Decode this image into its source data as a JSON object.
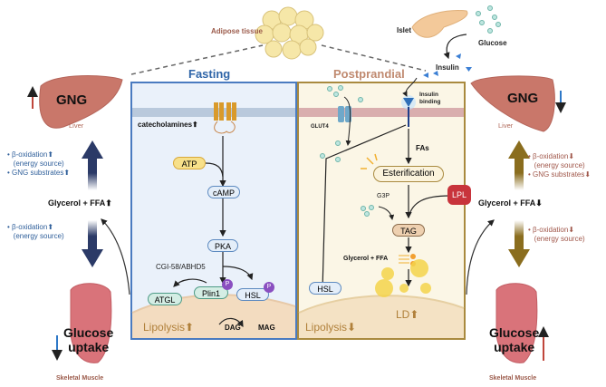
{
  "top": {
    "adipose_label": "Adipose tissue",
    "islet_label": "Islet",
    "glucose_label": "Glucose",
    "insulin_label": "Insulin"
  },
  "left": {
    "organ_text": "GNG",
    "liver_label": "Liver",
    "bullets_upper": [
      "β-oxidation⬆",
      "(energy source)",
      "GNG substrates⬆"
    ],
    "glycerol_ffa": "Glycerol + FFA⬆",
    "bullets_lower": [
      "β-oxidation⬆",
      "(energy source)"
    ],
    "glucose_uptake_line1": "Glucose",
    "glucose_uptake_line2": "uptake",
    "muscle_label": "Skeletal Muscle",
    "arrow_color": "#2b3a67",
    "text_color": "#2f5f9a"
  },
  "right": {
    "organ_text": "GNG",
    "liver_label": "Liver",
    "bullets_upper": [
      "β-oxidation⬇",
      "(energy source)",
      "GNG substrates⬇"
    ],
    "glycerol_ffa": "Glycerol + FFA⬇",
    "bullets_lower": [
      "β-oxidation⬇",
      "(energy source)"
    ],
    "glucose_uptake_line1": "Glucose",
    "glucose_uptake_line2": "uptake",
    "muscle_label": "Skeletal Muscle",
    "arrow_color": "#8a6d1e",
    "text_color": "#a0574a"
  },
  "fasting": {
    "title": "Fasting",
    "catecholamines": "catecholamines⬆",
    "atp": "ATP",
    "camp": "cAMP",
    "pka": "PKA",
    "cgi": "CGI-58/ABHD5",
    "atgl": "ATGL",
    "plin1": "Plin1",
    "hsl": "HSL",
    "p_badge": "P",
    "dag": "DAG",
    "mag": "MAG",
    "lipolysis": "Lipolysis⬆"
  },
  "postprandial": {
    "title": "Postprandial",
    "glut4": "GLUT4",
    "insulin_binding_1": "Insulin",
    "insulin_binding_2": "binding",
    "fas": "FAs",
    "esterification": "Esterification",
    "g3p": "G3P",
    "lpl": "LPL",
    "tag": "TAG",
    "glycerol_ffa": "Glycerol + FFA",
    "hsl": "HSL",
    "ld": "LD⬆",
    "lipolysis": "Lipolysis⬇"
  }
}
